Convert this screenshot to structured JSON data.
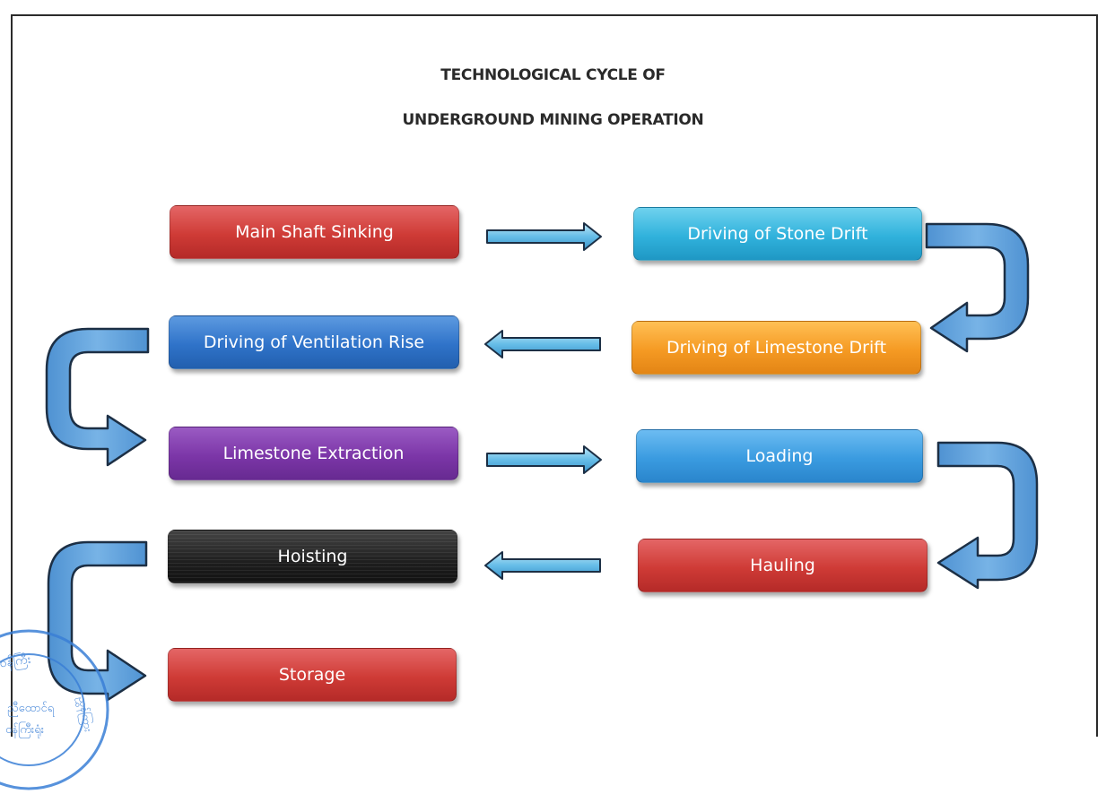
{
  "title": {
    "line1": "TECHNOLOGICAL CYCLE OF",
    "line2": "UNDERGROUND MINING OPERATION"
  },
  "steps": {
    "main_shaft_sinking": "Main Shaft Sinking",
    "driving_stone_drift": "Driving of Stone Drift",
    "driving_limestone_drift": "Driving of Limestone Drift",
    "driving_ventilation_rise": "Driving of Ventilation Rise",
    "limestone_extraction": "Limestone Extraction",
    "loading": "Loading",
    "hauling": "Hauling",
    "hoisting": "Hoisting",
    "storage": "Storage"
  },
  "colors": {
    "red": "#cf3b36",
    "cyan": "#30b2dc",
    "blue": "#2f73c9",
    "orange": "#f59a23",
    "purple": "#7c36a8",
    "light_blue": "#3a9be0",
    "black": "#1f1f1f",
    "arrow_fill": "#5ea4dc",
    "arrow_outline": "#1c2f45",
    "stamp": "#3a7fd6"
  },
  "stamp": {
    "text_top": "ဝန်ကြီးဌာန ညွှန်ကြားရေးမှူး",
    "text_mid": "ညီထောင်ရ",
    "text_bottom": "ဝန်ကြီးရုံး"
  }
}
